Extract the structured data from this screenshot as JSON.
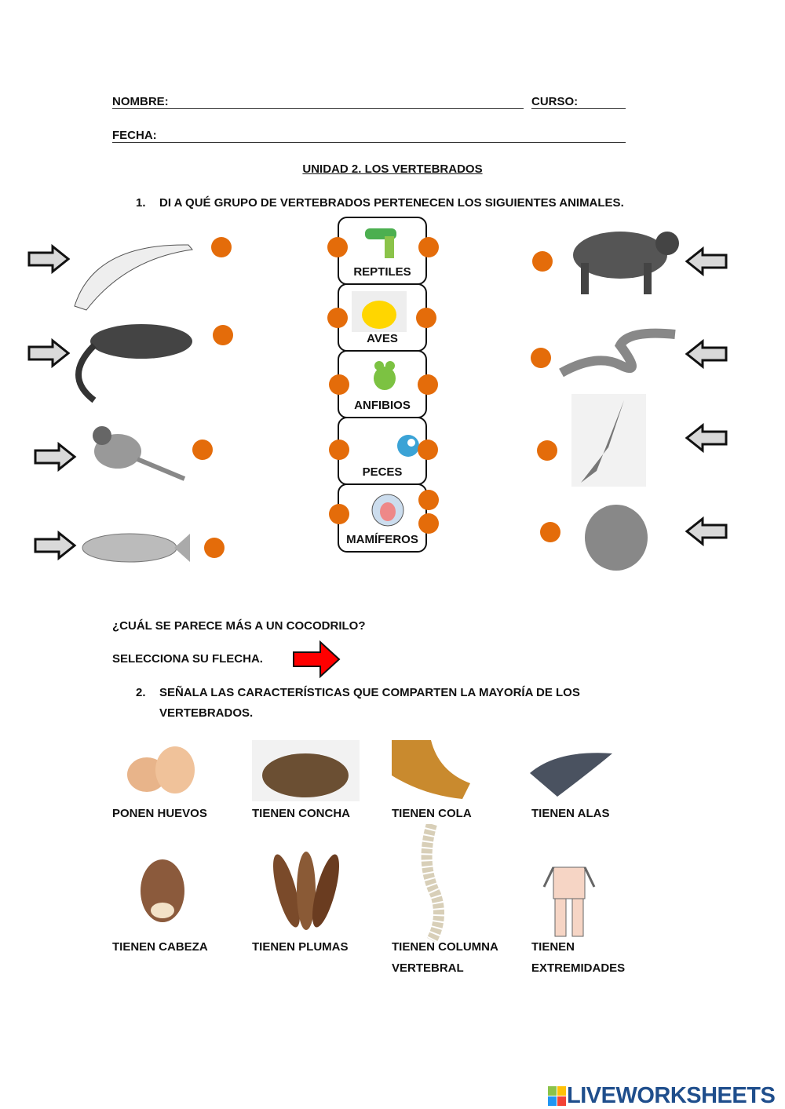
{
  "header": {
    "name_label": "NOMBRE:",
    "course_label": "CURSO:",
    "date_label": "FECHA:"
  },
  "title": "UNIDAD 2. LOS VERTEBRADOS",
  "q1": {
    "number": "1.",
    "text": "DI A QUÉ GRUPO DE VERTEBRADOS PERTENECEN LOS SIGUIENTES ANIMALES."
  },
  "left_animals": [
    "dolphin",
    "iguana",
    "sparrow",
    "trout"
  ],
  "right_animals": [
    "tiger",
    "snake",
    "bat",
    "frog"
  ],
  "groups": [
    "REPTILES",
    "AVES",
    "ANFIBIOS",
    "PECES",
    "MAMÍFEROS"
  ],
  "q_crocodile": "¿CUÁL SE PARECE MÁS A UN COCODRILO?",
  "select_arrow": "SELECCIONA SU FLECHA.",
  "q2": {
    "number": "2.",
    "line1": "SEÑALA LAS CARACTERÍSTICAS QUE COMPARTEN LA MAYORÍA DE LOS",
    "line2": "VERTEBRADOS."
  },
  "features": [
    {
      "label": "PONEN HUEVOS"
    },
    {
      "label": "TIENEN CONCHA"
    },
    {
      "label": "TIENEN COLA"
    },
    {
      "label": "TIENEN ALAS"
    },
    {
      "label": "TIENEN CABEZA"
    },
    {
      "label": "TIENEN PLUMAS"
    },
    {
      "label": "TIENEN COLUMNA",
      "label2": "VERTEBRAL"
    },
    {
      "label": "TIENEN",
      "label2": "EXTREMIDADES"
    }
  ],
  "logo": "LIVEWORKSHEETS",
  "colors": {
    "dot": "#e46c0a",
    "arrow_fill": "#d9d9d9",
    "red_arrow": "#ff0000",
    "logo": "#1f4e8c"
  }
}
